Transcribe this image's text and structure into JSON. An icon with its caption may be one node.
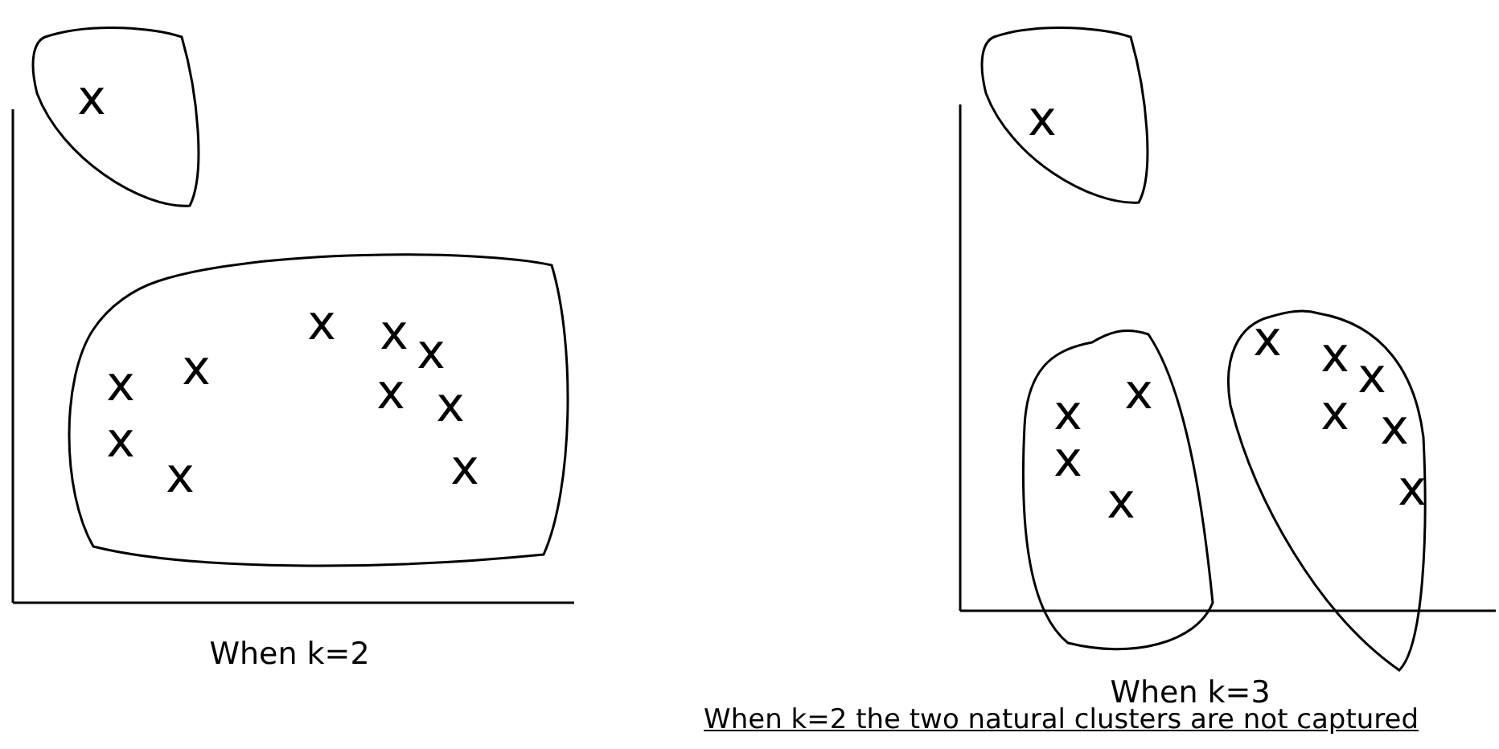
{
  "diagram": {
    "caption": "When k=2 the two natural clusters are not captured",
    "nodes": [
      {
        "text": [
          "x"
        ]
      },
      {
        "text": [
          "x",
          "x",
          "x",
          "x",
          "x",
          "x",
          "x",
          "x",
          "x",
          "x"
        ]
      },
      {
        "text": [
          "x"
        ]
      },
      {
        "text": [
          "x",
          "x",
          "x",
          "x"
        ]
      },
      {
        "text": [
          "x",
          "x",
          "x",
          "x",
          "x",
          "x"
        ]
      }
    ],
    "labels": [
      "When k=2",
      "When k=3"
    ]
  }
}
